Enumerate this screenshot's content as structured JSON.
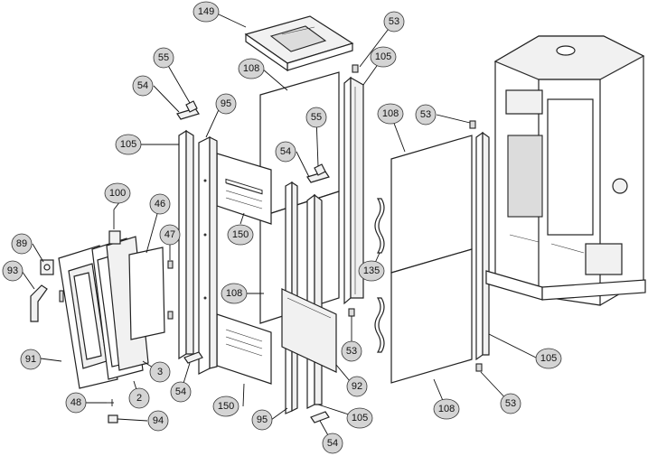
{
  "callouts": [
    {
      "id": "c149",
      "label": "149"
    },
    {
      "id": "c53a",
      "label": "53"
    },
    {
      "id": "c55a",
      "label": "55"
    },
    {
      "id": "c108a",
      "label": "108"
    },
    {
      "id": "c105a",
      "label": "105"
    },
    {
      "id": "c54a",
      "label": "54"
    },
    {
      "id": "c95a",
      "label": "95"
    },
    {
      "id": "c55b",
      "label": "55"
    },
    {
      "id": "c108b",
      "label": "108"
    },
    {
      "id": "c53b",
      "label": "53"
    },
    {
      "id": "c105b",
      "label": "105"
    },
    {
      "id": "c54b",
      "label": "54"
    },
    {
      "id": "c100",
      "label": "100"
    },
    {
      "id": "c46",
      "label": "46"
    },
    {
      "id": "c47",
      "label": "47"
    },
    {
      "id": "c89",
      "label": "89"
    },
    {
      "id": "c150a",
      "label": "150"
    },
    {
      "id": "c135",
      "label": "135"
    },
    {
      "id": "c93",
      "label": "93"
    },
    {
      "id": "c108c",
      "label": "108"
    },
    {
      "id": "c53c",
      "label": "53"
    },
    {
      "id": "c105c",
      "label": "105"
    },
    {
      "id": "c91",
      "label": "91"
    },
    {
      "id": "c3",
      "label": "3"
    },
    {
      "id": "c54c",
      "label": "54"
    },
    {
      "id": "c92",
      "label": "92"
    },
    {
      "id": "c2",
      "label": "2"
    },
    {
      "id": "c53d",
      "label": "53"
    },
    {
      "id": "c150b",
      "label": "150"
    },
    {
      "id": "c108d",
      "label": "108"
    },
    {
      "id": "c48",
      "label": "48"
    },
    {
      "id": "c95b",
      "label": "95"
    },
    {
      "id": "c105d",
      "label": "105"
    },
    {
      "id": "c94",
      "label": "94"
    },
    {
      "id": "c54d",
      "label": "54"
    }
  ]
}
